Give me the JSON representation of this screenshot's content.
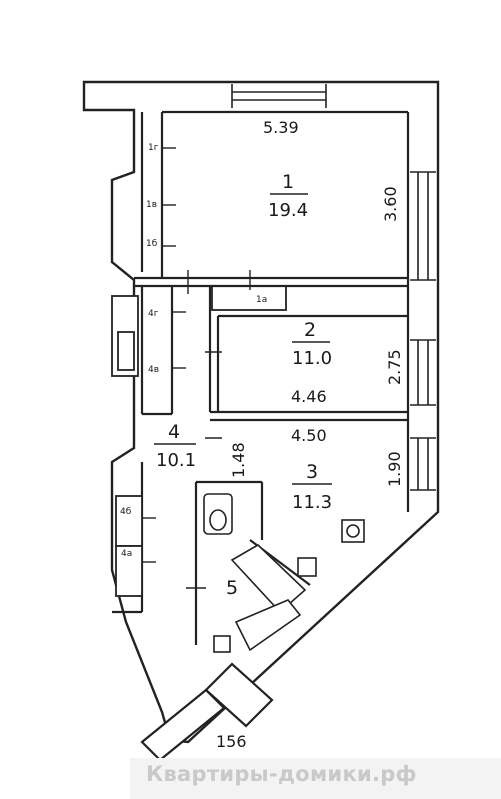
{
  "rooms": [
    {
      "number": "1",
      "area": "19.4"
    },
    {
      "number": "2",
      "area": "11.0"
    },
    {
      "number": "3",
      "area": "11.3"
    },
    {
      "number": "4",
      "area": "10.1"
    },
    {
      "number": "5"
    }
  ],
  "small_rooms": {
    "r1a": "1а",
    "r1b": "1б",
    "r1v": "1в",
    "r1g": "1г",
    "r4a": "4а",
    "r4b": "4б",
    "r4v": "4в",
    "r4g": "4г"
  },
  "dimensions": {
    "room1_width": "5.39",
    "room1_depth": "3.60",
    "room2_depth": "2.75",
    "room2_width": "4.46",
    "room3_width": "4.50",
    "room3_depth": "1.90",
    "hall_width": "1.48",
    "entrance": "156"
  },
  "watermark": "Квартиры-домики.рф"
}
